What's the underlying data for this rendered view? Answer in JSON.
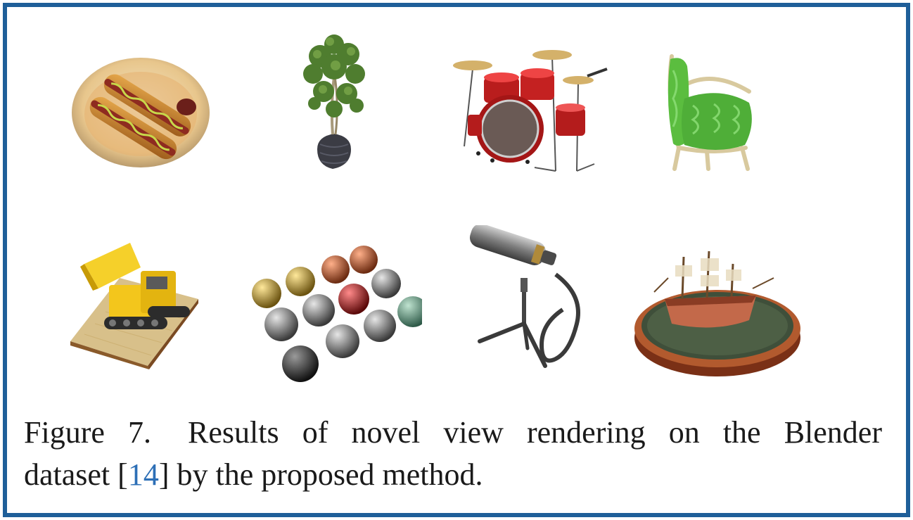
{
  "figure": {
    "label": "Figure 7.",
    "caption_part1": "Results of novel view rendering on the Blender",
    "caption_part2": "dataset [",
    "citation": "14",
    "caption_part3": "] by the proposed method.",
    "border_color": "#1f5f99",
    "citation_color": "#2d6fb6"
  },
  "renders": [
    {
      "subject": "hotdog-icon"
    },
    {
      "subject": "ficus-icon"
    },
    {
      "subject": "drums-icon"
    },
    {
      "subject": "chair-icon"
    },
    {
      "subject": "lego-icon"
    },
    {
      "subject": "materials-icon"
    },
    {
      "subject": "mic-icon"
    },
    {
      "subject": "ship-icon"
    }
  ]
}
